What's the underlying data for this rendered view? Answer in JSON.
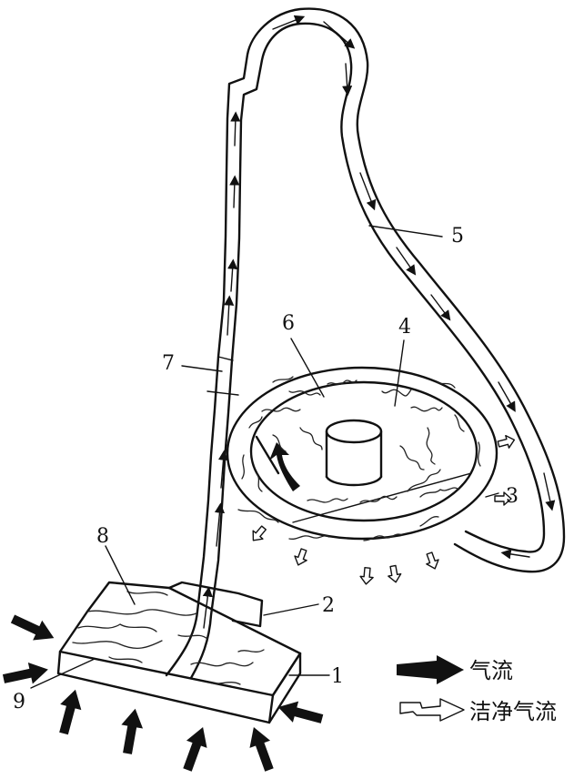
{
  "labels": {
    "l1": "1",
    "l2": "2",
    "l3": "3",
    "l4": "4",
    "l5": "5",
    "l6": "6",
    "l7": "7",
    "l8": "8",
    "l9": "9"
  },
  "legend": {
    "airflow": "气流",
    "clean_airflow": "洁净气流"
  },
  "colors": {
    "ink": "#111111",
    "paper": "#ffffff"
  }
}
